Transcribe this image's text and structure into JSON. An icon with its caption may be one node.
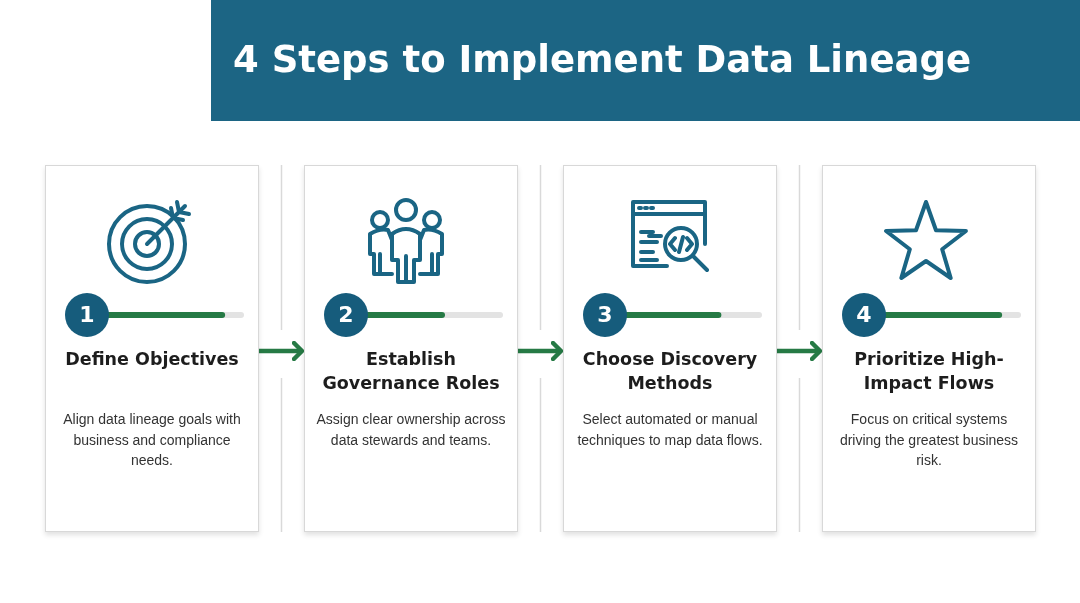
{
  "diagram": {
    "title": "4 Steps to Implement Data Lineage",
    "nodes": [
      {
        "text": [
          "1",
          "Define Objectives",
          "Align data lineage goals with business and compliance needs."
        ]
      },
      {
        "text": [
          "2",
          "Establish Governance Roles",
          "Assign clear ownership across data stewards and teams."
        ]
      },
      {
        "text": [
          "3",
          "Choose Discovery Methods",
          "Select automated or manual techniques to map data flows."
        ]
      },
      {
        "text": [
          "4",
          "Prioritize High-Impact Flows",
          "Focus on critical systems driving the greatest business risk."
        ]
      }
    ],
    "edges": [
      {
        "from": 0,
        "to": 1,
        "arrow": "to"
      },
      {
        "from": 1,
        "to": 2,
        "arrow": "to"
      },
      {
        "from": 2,
        "to": 3,
        "arrow": "to"
      }
    ]
  }
}
